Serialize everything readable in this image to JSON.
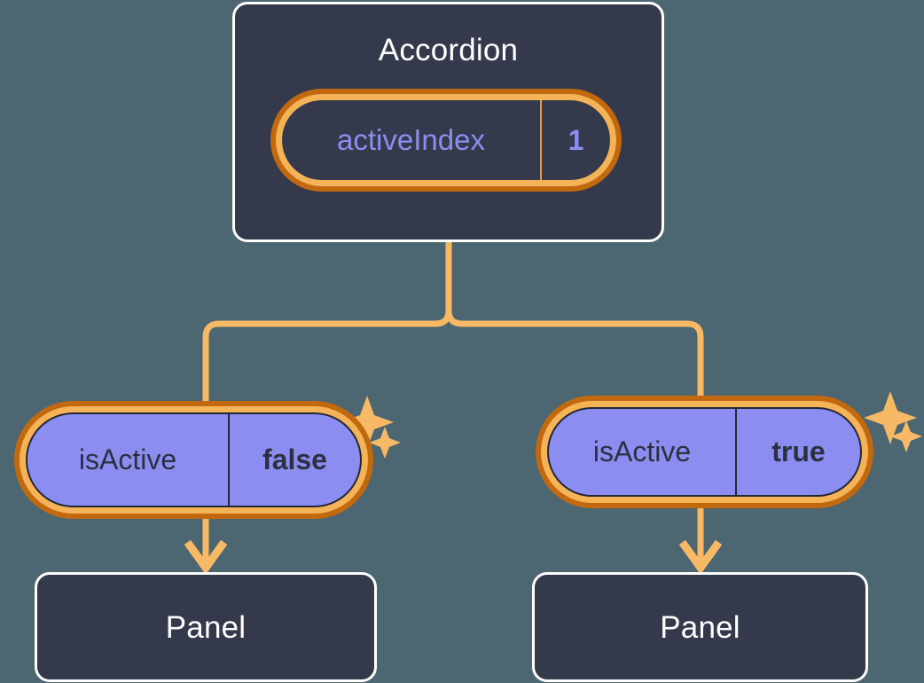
{
  "background_color": "#4c6771",
  "palette": {
    "card_bg": "#343a4b",
    "card_border": "#ffffff",
    "highlight_outer": "#c2680f",
    "highlight_inner": "#f5b358",
    "prop_fill": "#8b8ef0",
    "state_text": "#8b8ef0",
    "prop_text": "#2c3040",
    "connector": "#f7b965"
  },
  "diagram": {
    "type": "component-tree",
    "root": {
      "title": "Accordion",
      "state_pill": {
        "key": "activeIndex",
        "value": "1",
        "highlighted": true,
        "sparkles": 2
      }
    },
    "branches": [
      {
        "prop_pill": {
          "key": "isActive",
          "value": "false",
          "highlighted": true,
          "sparkles": 2
        },
        "child": {
          "title": "Panel"
        }
      },
      {
        "prop_pill": {
          "key": "isActive",
          "value": "true",
          "highlighted": true,
          "sparkles": 2
        },
        "child": {
          "title": "Panel"
        }
      }
    ]
  }
}
